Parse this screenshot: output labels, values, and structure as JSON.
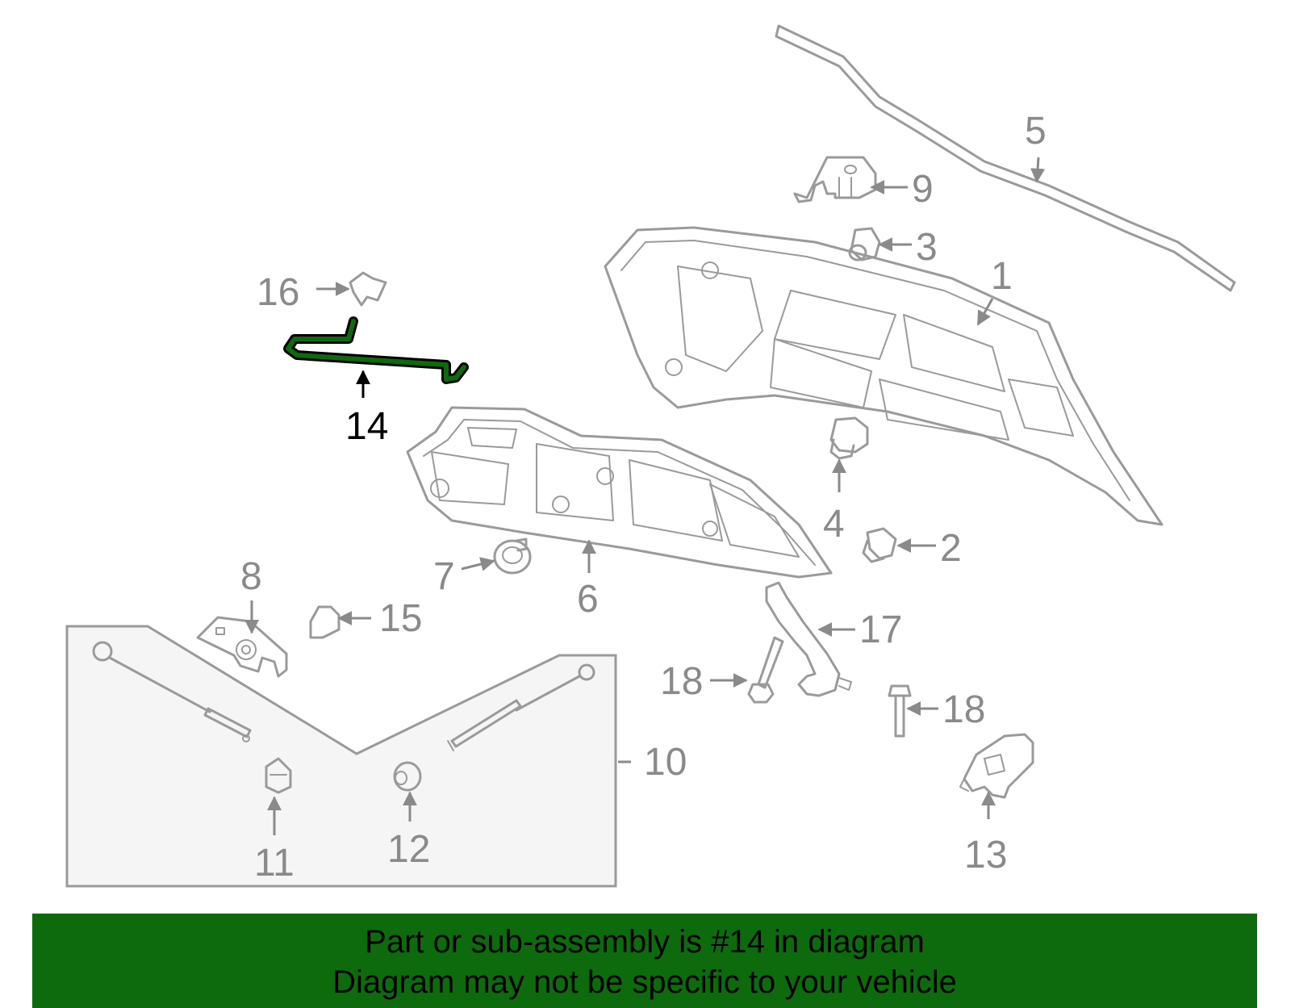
{
  "callouts": {
    "c1": "1",
    "c2": "2",
    "c3": "3",
    "c4": "4",
    "c5": "5",
    "c6": "6",
    "c7": "7",
    "c8": "8",
    "c9": "9",
    "c10": "10",
    "c11": "11",
    "c12": "12",
    "c13": "13",
    "c14": "14",
    "c15": "15",
    "c16": "16",
    "c17": "17",
    "c18a": "18",
    "c18b": "18"
  },
  "highlight": {
    "part": "14",
    "color": "#0d6b0d"
  },
  "banner": {
    "line1": "Part or sub-assembly is #14 in diagram",
    "line2": "Diagram may not be specific to your vehicle",
    "background": "#0d6b0d"
  }
}
